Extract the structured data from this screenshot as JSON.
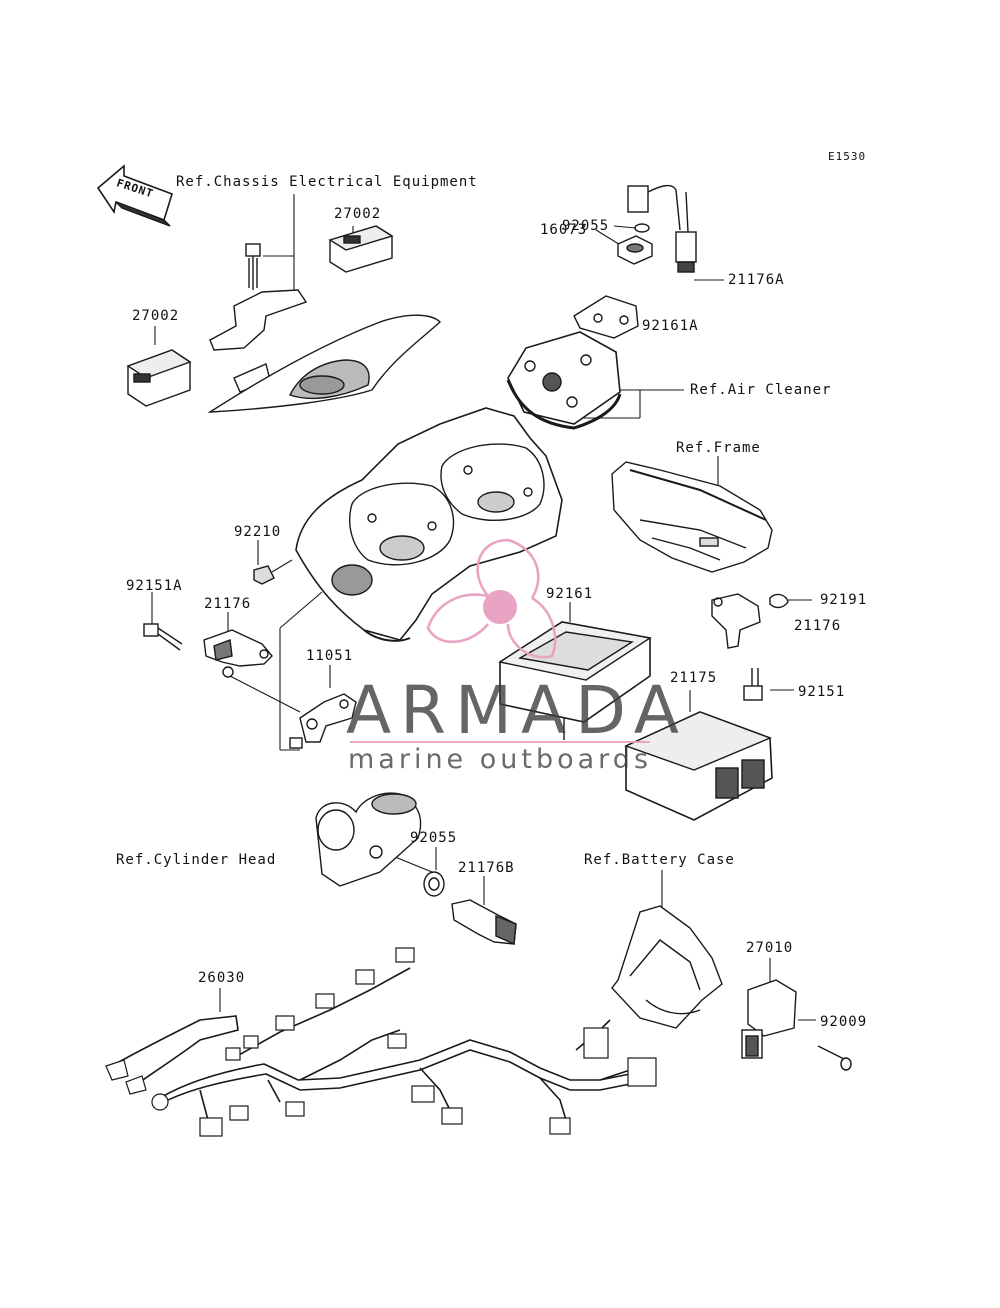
{
  "diagram_code": "E1530",
  "front_label": "FRONT",
  "labels": {
    "ref_chassis": "Ref.Chassis Electrical Equipment",
    "p27002_top": "27002",
    "p27002_left": "27002",
    "p92055_top": "92055",
    "p16073": "16073",
    "p21176A": "21176A",
    "p92161A": "92161A",
    "ref_air_cleaner": "Ref.Air Cleaner",
    "ref_frame": "Ref.Frame",
    "p92210": "92210",
    "p92151A": "92151A",
    "p21176_left": "21176",
    "p92161": "92161",
    "p92191": "92191",
    "p21176_right": "21176",
    "p11051": "11051",
    "p21175": "21175",
    "p92151": "92151",
    "p92055_mid": "92055",
    "ref_cylinder_head": "Ref.Cylinder Head",
    "p21176B": "21176B",
    "ref_battery_case": "Ref.Battery Case",
    "p27010": "27010",
    "p26030": "26030",
    "p92009": "92009"
  },
  "watermark": {
    "name": "ARMADA",
    "tagline": "marine outboards",
    "accent_color": "#e8a0c0"
  },
  "colors": {
    "line": "#1a1a1a",
    "shade": "#8a8a8a",
    "fill": "#d8d8d8"
  }
}
